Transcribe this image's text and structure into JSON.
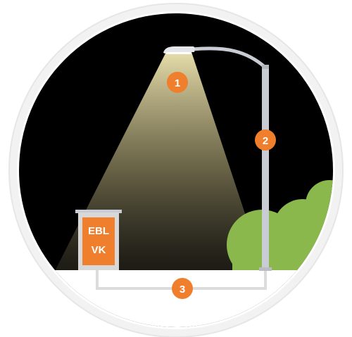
{
  "cabinet": {
    "line1": "EBL",
    "line2": "VK"
  },
  "badges": [
    {
      "number": "1",
      "meaning": "luminaire"
    },
    {
      "number": "2",
      "meaning": "pole"
    },
    {
      "number": "3",
      "meaning": "cable"
    }
  ],
  "colors": {
    "night_sky": "#000000",
    "light_beam": "#e7dca3",
    "badge": "#f07f2d",
    "cabinet": "#f07f2d",
    "pole": "#c9ccd2",
    "bushes": "#8ab84d",
    "cable": "#dcdcdc",
    "frame": "#f2f2f2"
  }
}
